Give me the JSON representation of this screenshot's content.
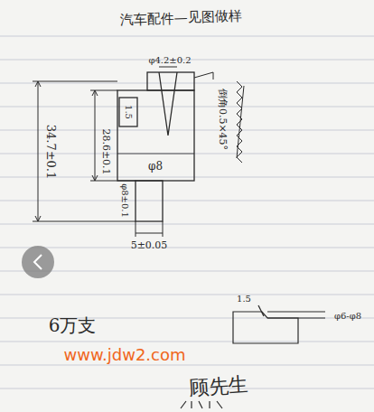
{
  "diagram": {
    "title": "汽车配件—见图做样",
    "labels": [
      "φ4.2±0.2",
      "倒角0.5×45°",
      "1.5",
      "28.6±0.1",
      "φ8",
      "34.7±0.1",
      "φ8±0.1",
      "5±0.05",
      "6万支",
      "1.5",
      "φ6-φ8",
      "www.jdw2.com",
      "顾先生"
    ]
  }
}
